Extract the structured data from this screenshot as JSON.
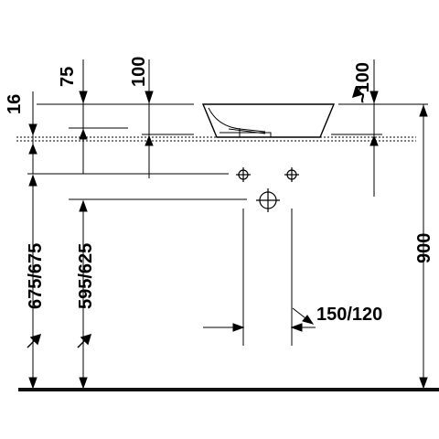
{
  "labels": {
    "dim_16": "16",
    "dim_75": "75",
    "dim_100": "100",
    "dim_approx_100": "~100",
    "dim_675_675": "675/675",
    "dim_595_625": "595/625",
    "dim_150_120": "150/120",
    "dim_900": "900"
  },
  "colors": {
    "line": "#000000",
    "ground": "#111111"
  }
}
